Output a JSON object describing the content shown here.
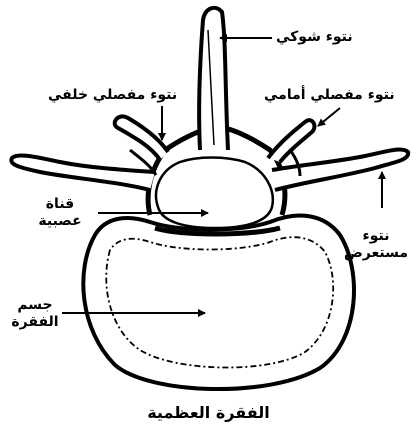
{
  "caption": "الفقرة العظمية",
  "labels": {
    "spinous_process": "نتوء شوكي",
    "inferior_articular": "نتوء مفصلي خلفي",
    "superior_articular": "نتوء مفصلي أمامي",
    "neural_canal_line1": "قناة",
    "neural_canal_line2": "عصبية",
    "transverse_line1": "نتوء",
    "transverse_line2": "مستعرض",
    "body_line1": "جسم",
    "body_line2": "الفقرة"
  }
}
